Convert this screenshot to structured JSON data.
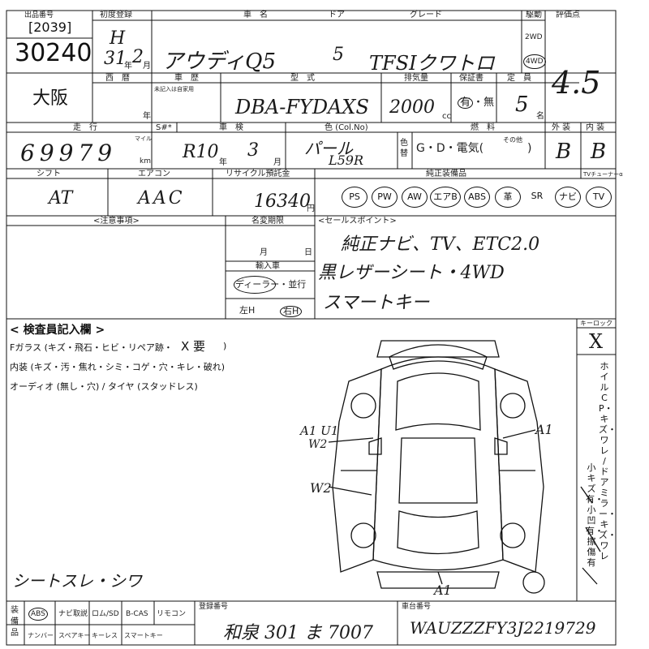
{
  "header": {
    "venue_label": "出品番号",
    "venue_code": "[2039]",
    "lot_number": "30240",
    "region": "大阪",
    "first_reg_label": "初度登録",
    "era": "H",
    "reg_year": "31",
    "reg_year_unit": "年",
    "reg_month": "2",
    "reg_month_unit": "月",
    "car_name_label": "車　名",
    "car_name": "アウディQ5",
    "door_label": "ドア",
    "doors": "5",
    "grade_label": "グレード",
    "grade": "TFSIクワトロ",
    "drive_label": "駆動",
    "drive_2wd": "2WD",
    "drive_4wd": "4WD",
    "score_label": "評価点",
    "score": "4.5"
  },
  "row2": {
    "seireki_label": "西　暦",
    "year_unit": "年",
    "shaken_label": "車　歴",
    "shaken_note": "未記入は自家用",
    "model_label": "型　式",
    "model": "DBA-FYDAXS",
    "displacement_label": "排気量",
    "displacement": "2000",
    "cc": "cc",
    "warranty_label": "保証書",
    "warranty_yes": "有",
    "warranty_sep": "・無",
    "capacity_label": "定　員",
    "capacity": "5",
    "capacity_unit": "名"
  },
  "row3": {
    "mileage_label": "走　行",
    "mileage": "69979",
    "mile_unit": "マイル",
    "km_unit": "km",
    "s_label": "S#*",
    "inspection_label": "車　検",
    "inspection_era": "R10",
    "inspection_year_unit": "年",
    "inspection_month": "3",
    "inspection_month_unit": "月",
    "color_label": "色 (Col.No)",
    "color": "パール",
    "color_code": "L59R",
    "color_change_label": "色替",
    "fuel_label": "燃　料",
    "fuel_options": "G・D・電気(",
    "fuel_other": "その他",
    "fuel_close": ")",
    "exterior_label": "外 装",
    "exterior": "B",
    "interior_label": "内 装",
    "interior": "B"
  },
  "row4": {
    "shift_label": "シフト",
    "shift": "AT",
    "aircon_label": "エアコン",
    "aircon": "AAC",
    "recycle_label": "リサイクル預託金",
    "recycle": "16340",
    "yen": "円",
    "equipment_label": "純正装備品",
    "tuner_label": "TVチューナーα",
    "equipment": [
      {
        "name": "PS",
        "circled": true
      },
      {
        "name": "PW",
        "circled": true
      },
      {
        "name": "AW",
        "circled": true
      },
      {
        "name": "エアB",
        "circled": true
      },
      {
        "name": "ABS",
        "circled": true
      },
      {
        "name": "革",
        "circled": true
      },
      {
        "name": "SR",
        "circled": false
      },
      {
        "name": "ナビ",
        "circled": true
      },
      {
        "name": "TV",
        "circled": true
      }
    ]
  },
  "notes": {
    "caution_label": "<注意事項>",
    "title_deadline_label": "名変期限",
    "month_label": "月",
    "day_label": "日",
    "import_label": "輸入車",
    "dealer_label": "ディーラー・並行",
    "handle_left": "左H",
    "handle_right": "右H",
    "sales_point_label": "<セールスポイント>",
    "sales_points": [
      "純正ナビ、TV、ETC2.0",
      "黒レザーシート・4WD",
      "スマートキー"
    ]
  },
  "inspector": {
    "title": "< 検査員記入欄 >",
    "glass": "Fガラス (キズ・飛石・ヒビ・リペア跡・",
    "glass_x": "X 要",
    "glass_close": ")",
    "interior": "内装 (キズ・汚・焦れ・シミ・コゲ・穴・キレ・破れ)",
    "audio": "オーディオ (無し・穴) / タイヤ (スタッドレス)",
    "key_lock_label": "キーロック",
    "key_lock_mark": "X",
    "side_note_print": "ホイルCP・キズ・ワレ / ドアミラー・キズ・ワレ",
    "side_note_hw": "小キズ有・小凹有・擦傷有",
    "diagram_marks": [
      "A1 U1",
      "W2",
      "A1",
      "W2",
      "A1"
    ],
    "bottom_note": "シートスレ・シワ"
  },
  "footer": {
    "accessory_label": "装備品",
    "items_row1": [
      "ABS",
      "ナビ取説",
      "ロム/SD",
      "B-CAS",
      "リモコン"
    ],
    "items_row2": [
      "ナンバー",
      "スペアキー",
      "キーレス",
      "スマートキー"
    ],
    "plate_label": "登録番号",
    "plate": "和泉 301 ま 7007",
    "chassis_label": "車台番号",
    "chassis": "WAUZZZFY3J2219729"
  },
  "colors": {
    "ink": "#111111",
    "paper": "#ffffff"
  }
}
